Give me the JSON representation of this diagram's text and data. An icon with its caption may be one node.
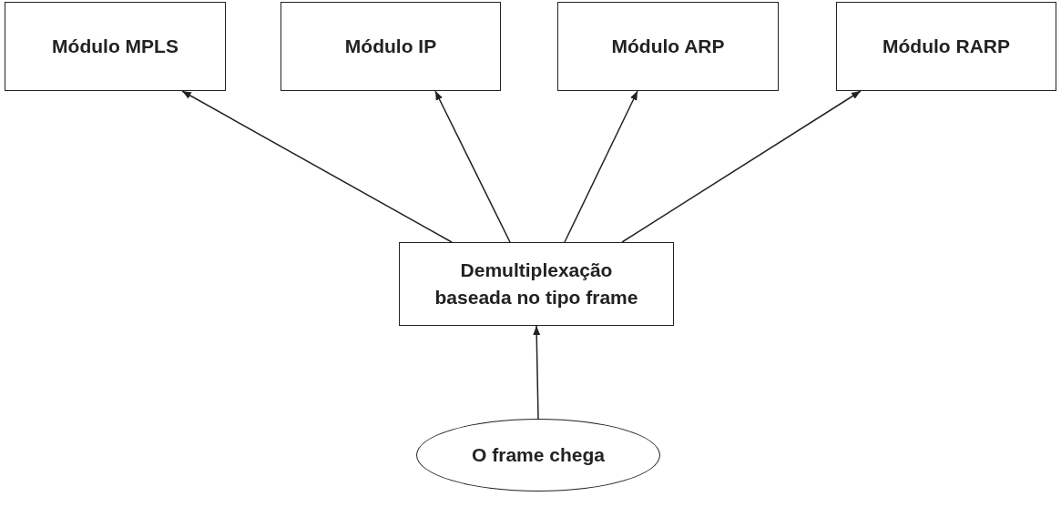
{
  "diagram": {
    "nodes": [
      {
        "text": [
          "Módulo MPLS"
        ]
      },
      {
        "text": [
          "Módulo IP"
        ]
      },
      {
        "text": [
          "Módulo ARP"
        ]
      },
      {
        "text": [
          "Módulo RARP"
        ]
      },
      {
        "text": [
          "Demultiplexação baseada no tipo frame"
        ]
      },
      {
        "text": [
          "O frame chega"
        ]
      }
    ],
    "edges": [
      {
        "from": 4,
        "to": 0,
        "arrow": "to"
      },
      {
        "from": 4,
        "to": 1,
        "arrow": "to"
      },
      {
        "from": 4,
        "to": 2,
        "arrow": "to"
      },
      {
        "from": 4,
        "to": 3,
        "arrow": "to"
      },
      {
        "from": 5,
        "to": 4,
        "arrow": "to"
      }
    ]
  }
}
